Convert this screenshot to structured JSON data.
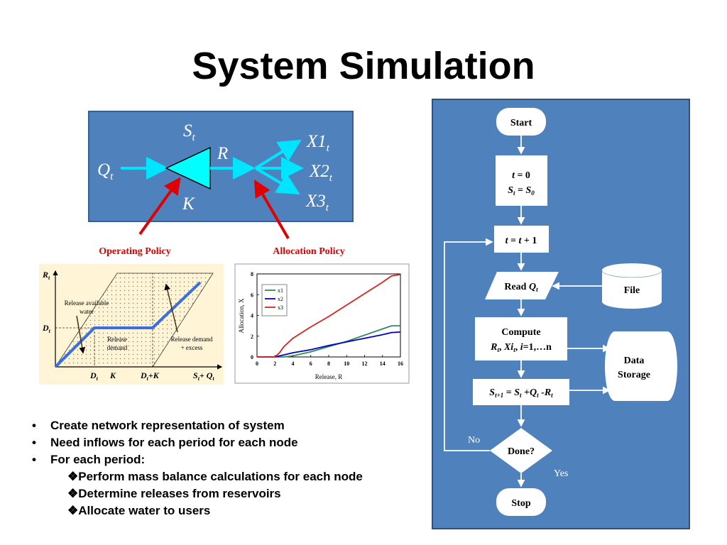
{
  "title": "System Simulation",
  "network": {
    "bg_color": "#4f81bd",
    "labels": {
      "S": "S",
      "sub_t": "t",
      "R": "R",
      "Q": "Q",
      "K": "K",
      "X1": "X1",
      "X2": "X2",
      "X3": "X3"
    }
  },
  "policy_labels": {
    "operating": "Operating Policy",
    "allocation": "Allocation Policy"
  },
  "operating_chart": {
    "bg_color": "#fff5d6",
    "y_label": "R",
    "sub_t": "t",
    "d_label": "D",
    "annotations": {
      "release_available": "Release available water",
      "release_demand": "Release demand",
      "release_demand_excess": "Release demand + excess"
    },
    "x_ticks": {
      "dt": "D",
      "k": "K",
      "dtk_plus": "+K",
      "stq_plus": "+ Q"
    }
  },
  "chart_data": {
    "type": "line",
    "xlabel": "Release, R",
    "ylabel": "Allocation, X",
    "xlim": [
      0,
      16
    ],
    "ylim": [
      0,
      8
    ],
    "x_ticks": [
      "0",
      "2",
      "4",
      "6",
      "8",
      "10",
      "12",
      "14",
      "16"
    ],
    "y_ticks": [
      "0",
      "2",
      "4",
      "6",
      "8"
    ],
    "legend_position": "top-left",
    "series": [
      {
        "name": "x1",
        "color": "#2e8b57",
        "points": [
          [
            0,
            0
          ],
          [
            2,
            0
          ],
          [
            3,
            0
          ],
          [
            4,
            0.1
          ],
          [
            6,
            0.5
          ],
          [
            8,
            1.0
          ],
          [
            10,
            1.5
          ],
          [
            12,
            2.1
          ],
          [
            14,
            2.7
          ],
          [
            15,
            3.0
          ],
          [
            16,
            3.0
          ]
        ]
      },
      {
        "name": "x2",
        "color": "#0000cc",
        "points": [
          [
            0,
            0
          ],
          [
            2,
            0
          ],
          [
            3,
            0.2
          ],
          [
            4,
            0.4
          ],
          [
            6,
            0.7
          ],
          [
            8,
            1.1
          ],
          [
            10,
            1.45
          ],
          [
            12,
            1.8
          ],
          [
            14,
            2.15
          ],
          [
            15,
            2.35
          ],
          [
            16,
            2.4
          ]
        ]
      },
      {
        "name": "x3",
        "color": "#e02020",
        "points": [
          [
            0,
            0
          ],
          [
            2,
            0
          ],
          [
            2.5,
            0.4
          ],
          [
            3,
            1.0
          ],
          [
            4,
            1.8
          ],
          [
            6,
            2.9
          ],
          [
            8,
            3.9
          ],
          [
            10,
            5.0
          ],
          [
            12,
            6.1
          ],
          [
            14,
            7.2
          ],
          [
            15,
            7.8
          ],
          [
            16,
            7.95
          ]
        ]
      }
    ]
  },
  "flowchart": {
    "bg_color": "#4f81bd",
    "start": "Start",
    "init": {
      "eq": " = 0",
      "eq2": " = "
    },
    "increment": " + 1",
    "read": "Read ",
    "file": "File",
    "compute": {
      "label": "Compute",
      "i_range": "=1,…n"
    },
    "data_storage": [
      "Data",
      "Storage"
    ],
    "mass_balance": {
      "sub_t1": "t+1",
      "eq": " = "
    },
    "done": "Done?",
    "no": "No",
    "yes": "Yes",
    "stop": "Stop"
  },
  "bullets": [
    {
      "marker": "•",
      "text": "Create network representation of system"
    },
    {
      "marker": "•",
      "text": "Need inflows for each period for each node"
    },
    {
      "marker": "•",
      "text": "For each period:"
    }
  ],
  "sub_bullets": [
    {
      "marker": "❖",
      "text": "Perform mass balance calculations for each node"
    },
    {
      "marker": "❖",
      "text": "Determine releases from reservoirs"
    },
    {
      "marker": "❖",
      "text": "Allocate water to users"
    }
  ]
}
